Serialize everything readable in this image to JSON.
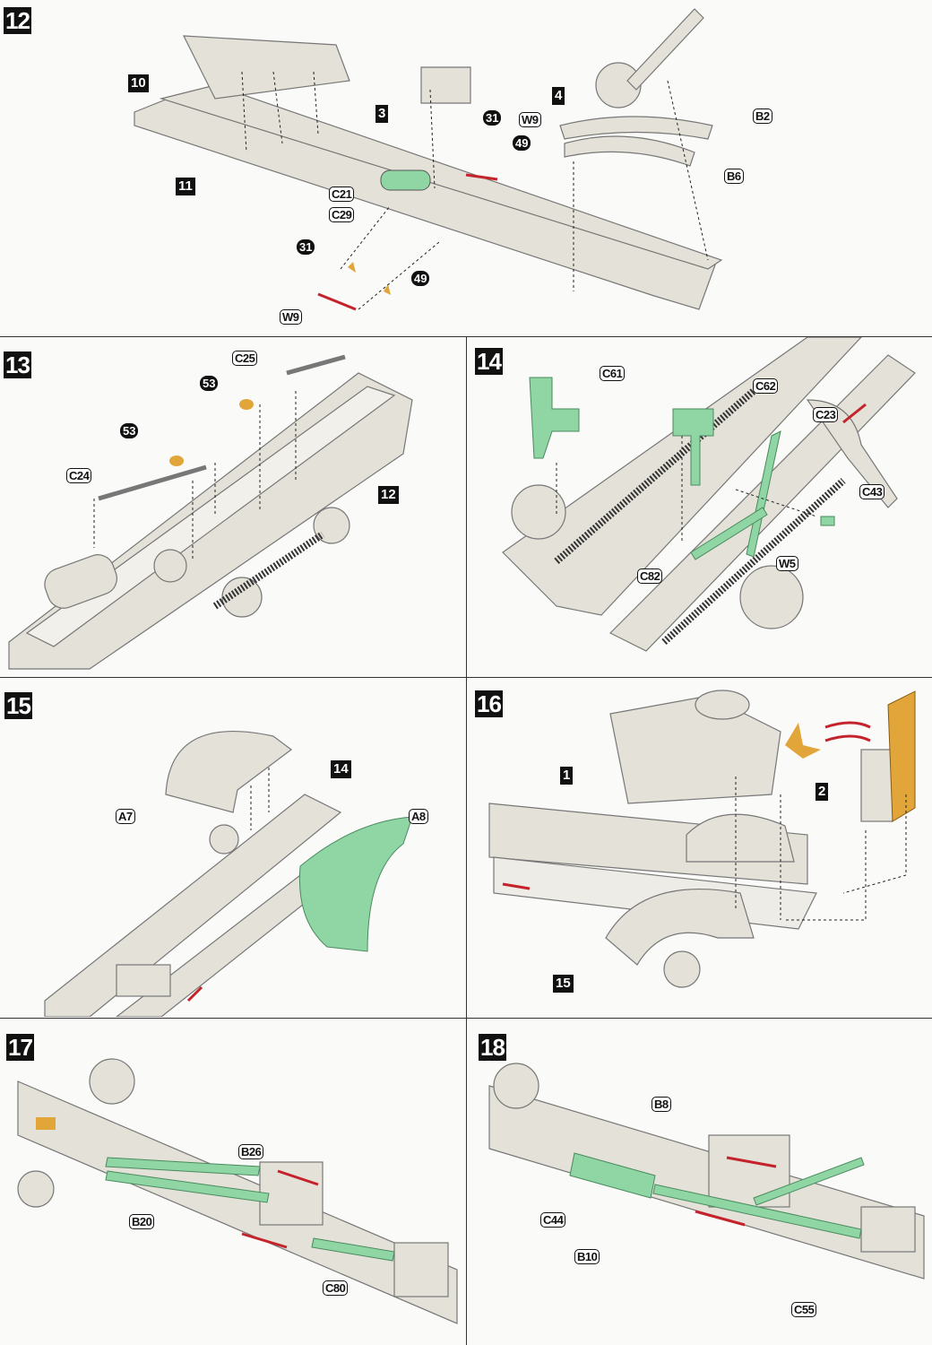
{
  "steps": [
    {
      "number": "12",
      "part_refs": [
        "10",
        "3",
        "4",
        "11"
      ],
      "callouts": [
        "31",
        "W9",
        "49",
        "B2",
        "B6",
        "C21",
        "C29",
        "31",
        "49",
        "W9"
      ]
    },
    {
      "number": "13",
      "part_refs": [
        "12"
      ],
      "callouts": [
        "C25",
        "53",
        "53",
        "C24"
      ]
    },
    {
      "number": "14",
      "part_refs": [],
      "callouts": [
        "C61",
        "C62",
        "C23",
        "C43",
        "W5",
        "C82"
      ]
    },
    {
      "number": "15",
      "part_refs": [
        "14"
      ],
      "callouts": [
        "A7",
        "A8"
      ]
    },
    {
      "number": "16",
      "part_refs": [
        "1",
        "2",
        "15"
      ],
      "callouts": []
    },
    {
      "number": "17",
      "part_refs": [],
      "callouts": [
        "B26",
        "B20",
        "C80"
      ]
    },
    {
      "number": "18",
      "part_refs": [],
      "callouts": [
        "B8",
        "C44",
        "B10",
        "C55"
      ]
    }
  ],
  "colors": {
    "frame": "#e4e1d8",
    "new_part": "#8fd6a4",
    "red_rod": "#c4232b",
    "photo_etch": "#e2a53a"
  }
}
